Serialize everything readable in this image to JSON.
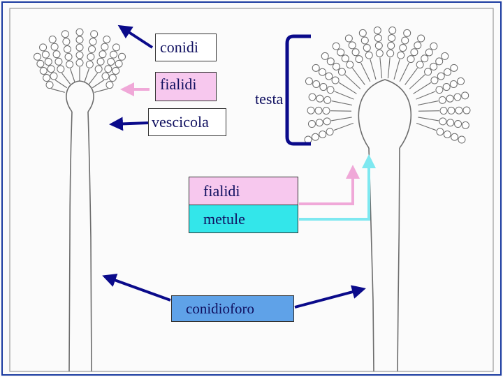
{
  "labels": {
    "conidi": "conidi",
    "fialidi_top": "fialidi",
    "vescicola": "vescicola",
    "testa": "testa",
    "fialidi_box": "fialidi",
    "metule": "metule",
    "conidioforo": "conidioforo"
  },
  "colors": {
    "arrow_dark": "#0a0a8a",
    "arrow_pink": "#f0a8d8",
    "arrow_cyan": "#7ee8f0",
    "box_pink": "#f7c8ee",
    "box_cyan": "#33e6ea",
    "box_blue": "#5fa2e8",
    "drawing_line": "#6c6c6c"
  }
}
